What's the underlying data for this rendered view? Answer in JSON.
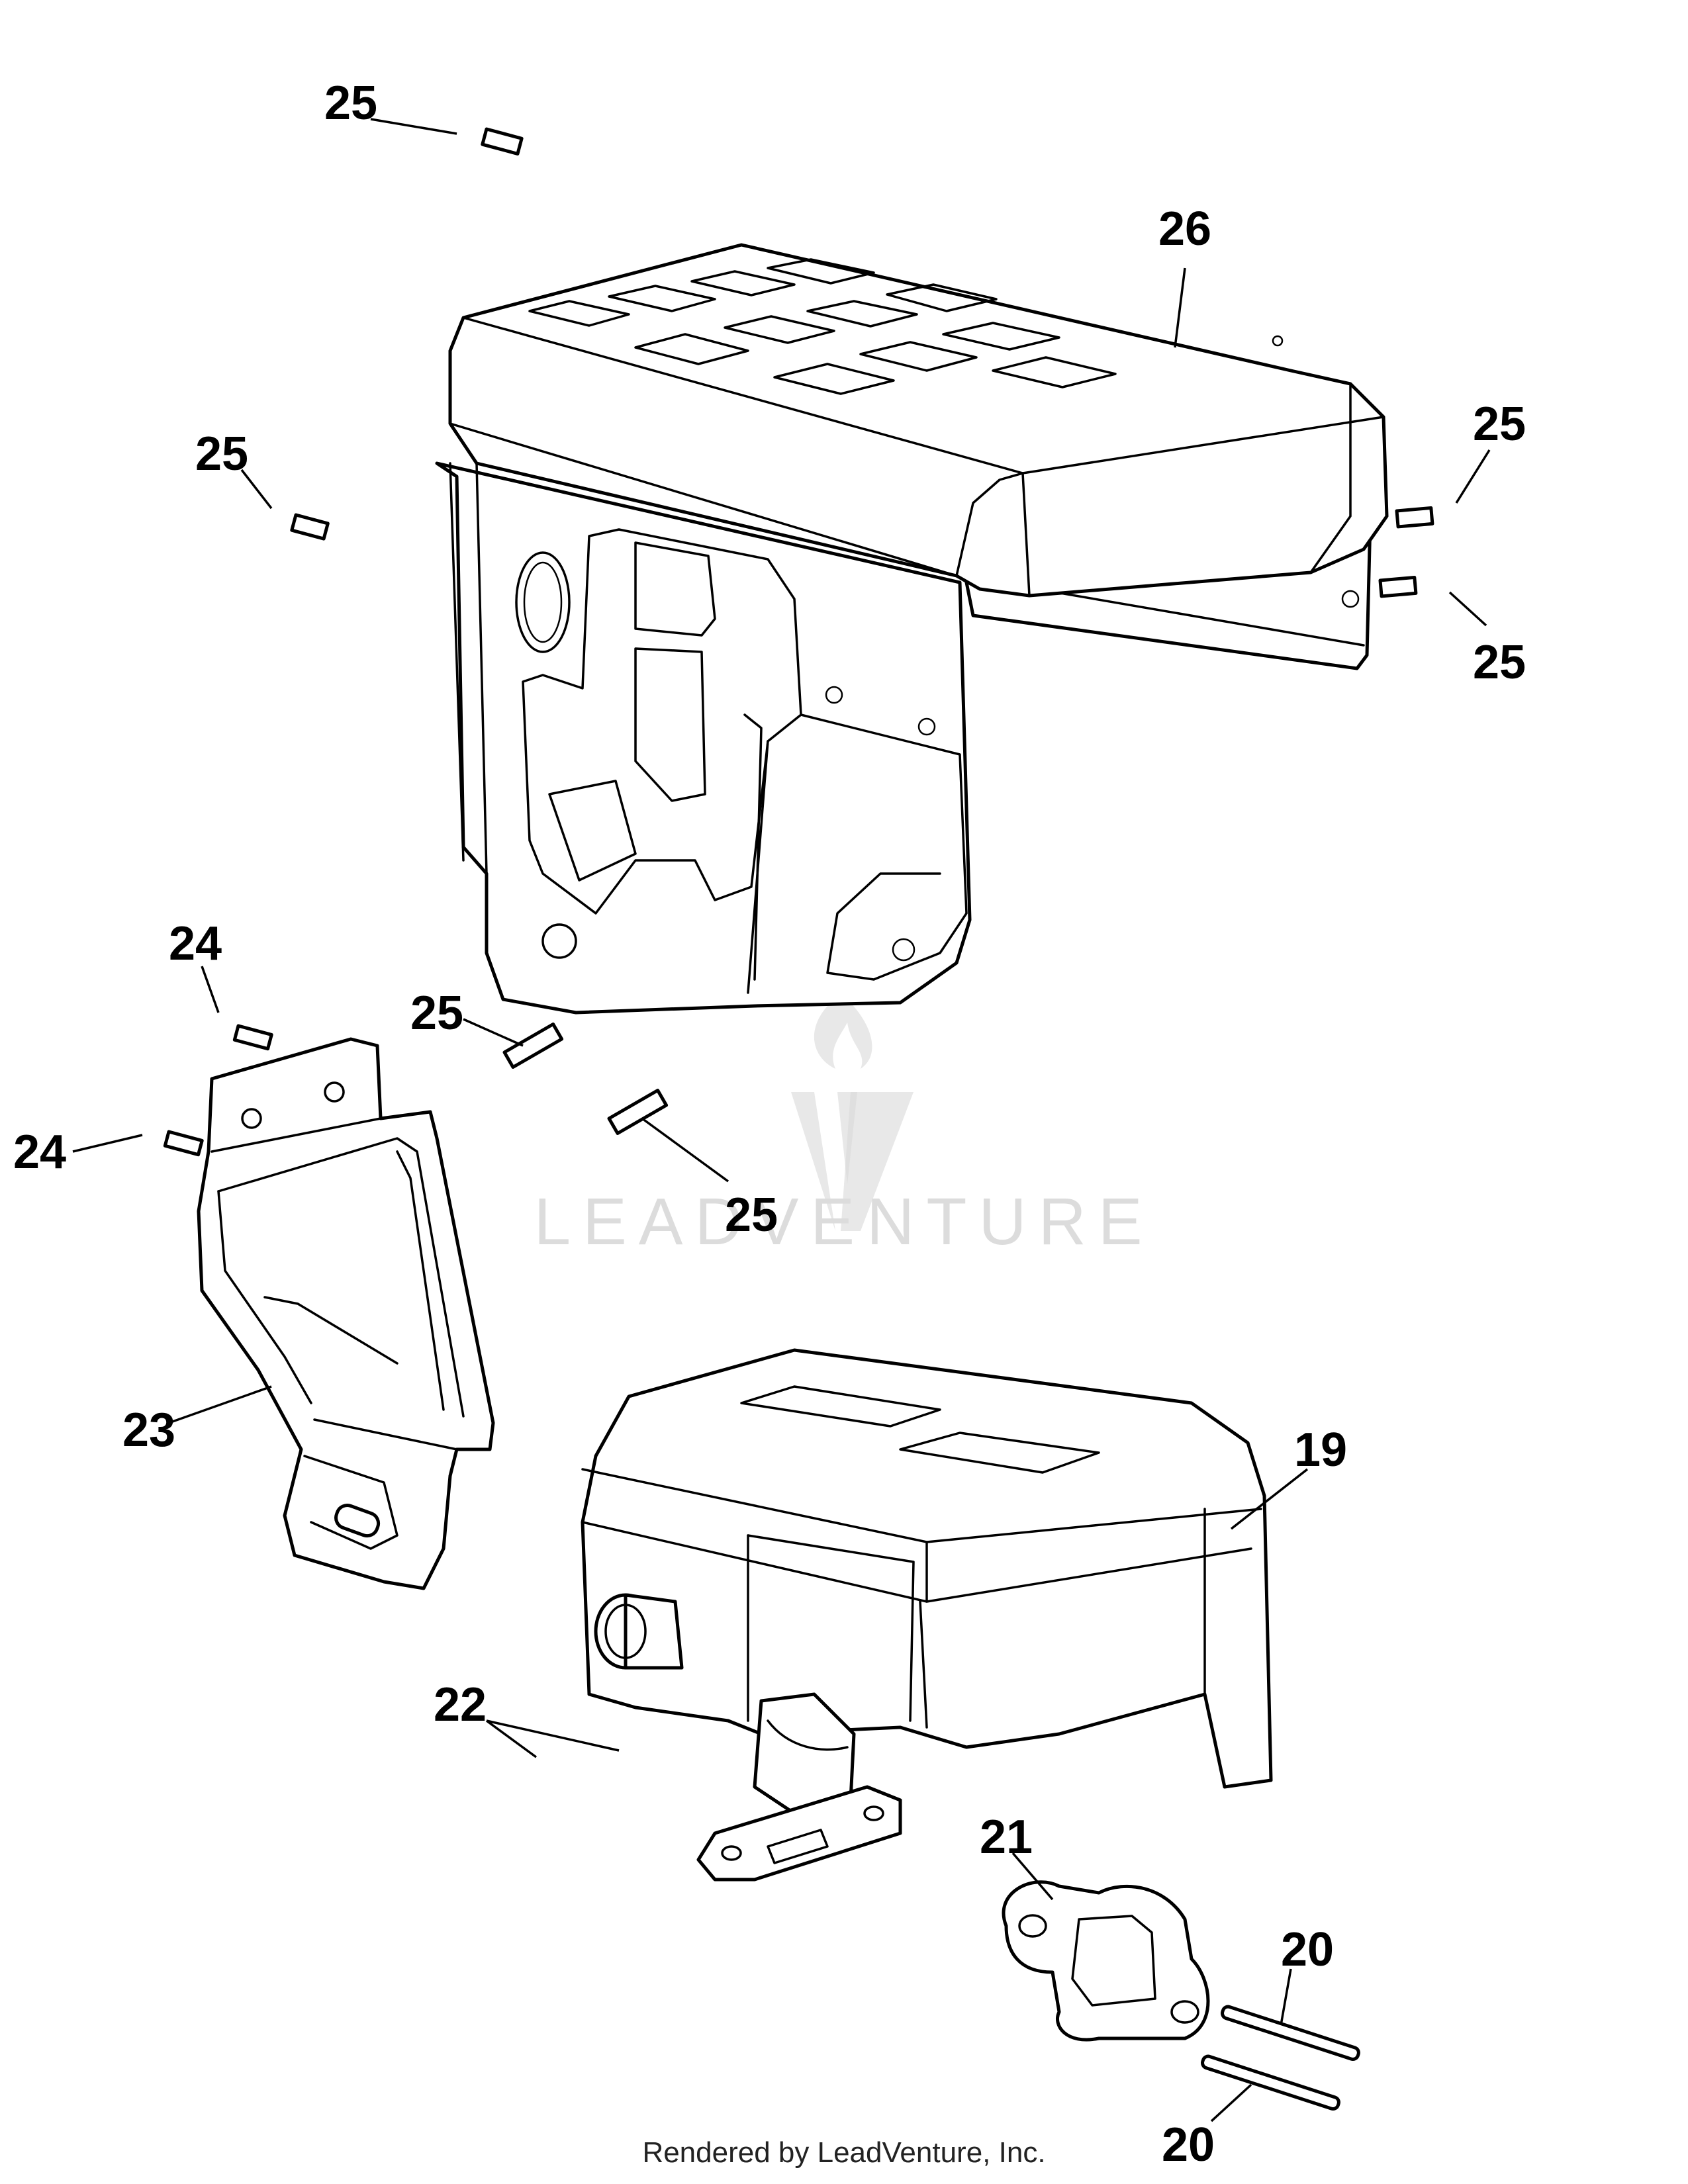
{
  "watermark": {
    "text": "LEADVENTURE"
  },
  "footer": {
    "text": "Rendered by LeadVenture, Inc."
  },
  "callouts": {
    "c19": "19",
    "c20a": "20",
    "c20b": "20",
    "c21": "21",
    "c22": "22",
    "c23": "23",
    "c24a": "24",
    "c24b": "24",
    "c25a": "25",
    "c25b": "25",
    "c25c": "25",
    "c25d": "25",
    "c25e": "25",
    "c25f": "25",
    "c26": "26"
  }
}
